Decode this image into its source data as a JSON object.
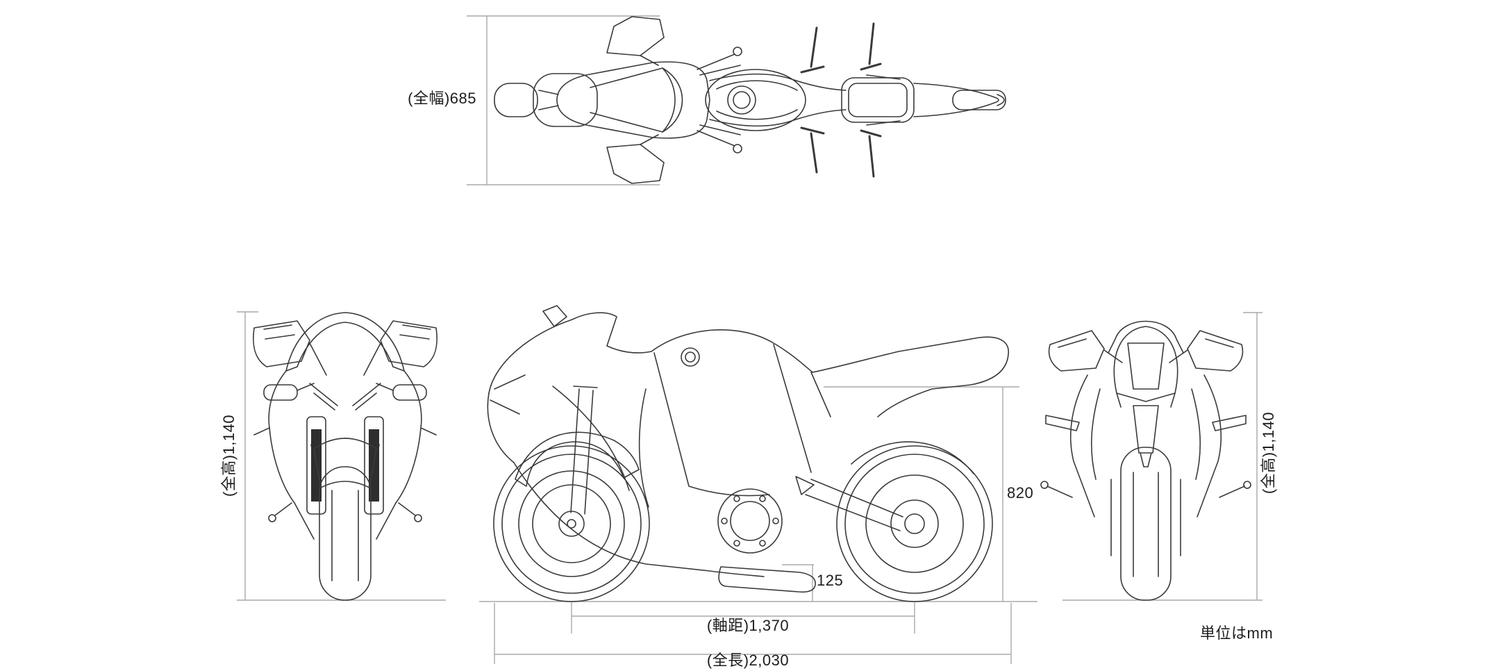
{
  "diagram": {
    "units_note": "単位はmm",
    "dimensions": {
      "overall_width": "(全幅)685",
      "overall_height_front": "(全高)1,140",
      "overall_height_rear": "(全高)1,140",
      "seat_height": "820",
      "ground_clearance": "125",
      "wheelbase": "(軸距)1,370",
      "overall_length": "(全長)2,030"
    },
    "values_mm": {
      "overall_width": 685,
      "overall_height": 1140,
      "seat_height": 820,
      "ground_clearance": 125,
      "wheelbase": 1370,
      "overall_length": 2030
    },
    "colors": {
      "line": "#3a3a3a",
      "dimension_line": "#a9a9a9",
      "text": "#1d1d1d",
      "background": "#ffffff"
    }
  }
}
